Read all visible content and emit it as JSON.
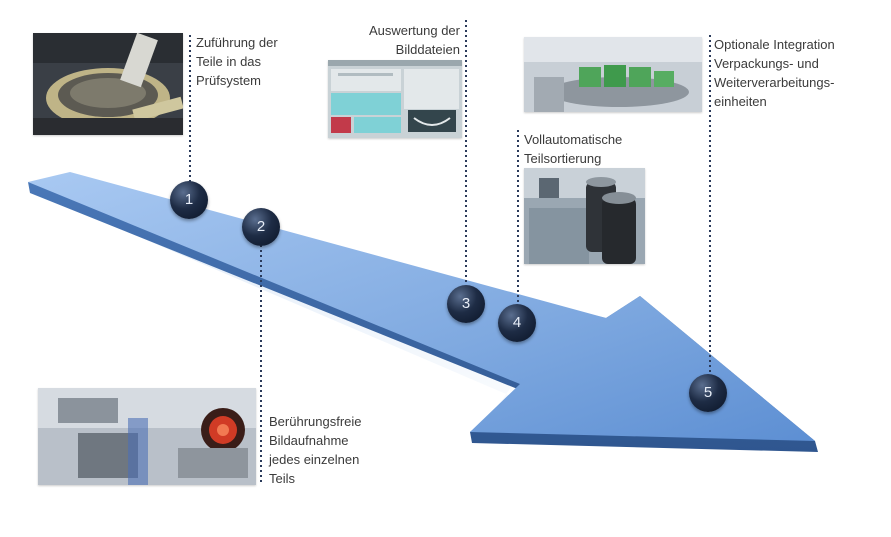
{
  "steps": [
    {
      "number": "1",
      "lines": [
        "Zuführung der",
        "Teile in das",
        "Prüfsystem"
      ]
    },
    {
      "number": "2",
      "lines": [
        "Berührungsfreie",
        "Bildaufnahme",
        "jedes einzelnen",
        "Teils"
      ]
    },
    {
      "number": "3",
      "lines": [
        "Auswertung der",
        "Bilddateien"
      ]
    },
    {
      "number": "4",
      "lines": [
        "Vollautomatische",
        "Teilsortierung"
      ]
    },
    {
      "number": "5",
      "lines": [
        "Optionale Integration",
        "Verpackungs- und",
        "Weiterverarbeitungs-",
        "einheiten"
      ]
    }
  ],
  "colors": {
    "arrow_top": "#8fb4e6",
    "arrow_side": "#3f6aa6",
    "dotted_line": "#2a3a5a",
    "marker": "#1e2c45"
  },
  "icons": {
    "photo1": "vibratory-bowl-feeder-photo",
    "photo2": "camera-inspection-photo",
    "photo3": "software-screen-photo",
    "photo4": "sorting-bins-photo",
    "photo5": "packaging-station-photo"
  }
}
